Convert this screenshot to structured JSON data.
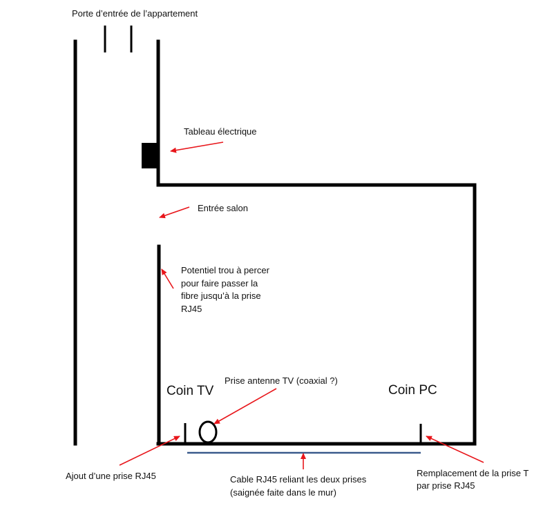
{
  "labels": {
    "porte": "Porte d’entrée de l’appartement",
    "tableau": "Tableau électrique",
    "entree_salon": "Entrée salon",
    "trou": [
      "Potentiel trou à percer",
      "pour faire passer la",
      "fibre jusqu’à la prise",
      "RJ45"
    ],
    "coin_tv": "Coin TV",
    "prise_antenne": "Prise antenne TV (coaxial ?)",
    "coin_pc": "Coin PC",
    "ajout_prise": "Ajout d’une prise RJ45",
    "cable": [
      "Cable RJ45 reliant les deux prises",
      "(saignée faite dans le mur)"
    ],
    "remplacement": [
      "Remplacement de la prise T",
      "par prise RJ45"
    ]
  },
  "colors": {
    "wall": "#000000",
    "arrow": "#e8161b",
    "cable": "#3a5a8c"
  }
}
